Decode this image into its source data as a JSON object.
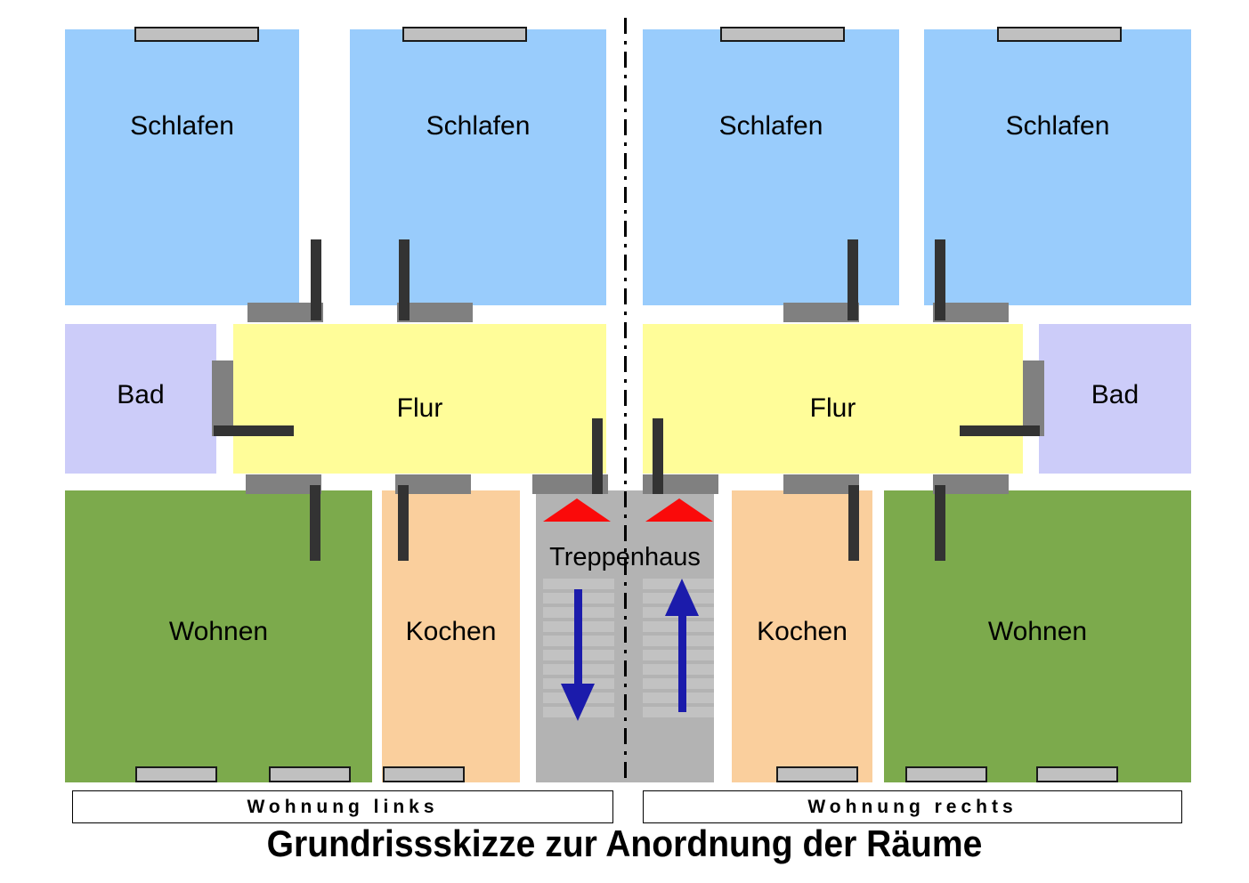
{
  "title": "Grundrissskizze zur Anordnung der Räume",
  "colors": {
    "bedroom": "#99ccfc",
    "bath": "#ccccf9",
    "hall": "#fffd99",
    "living": "#7caa4c",
    "kitchen": "#facf9d",
    "stairwell": "#b3b3b3",
    "tread": "#c2c2c2",
    "window": "#c0c0c0",
    "door_sill": "#808080",
    "door_leaf": "#333333",
    "arrow": "#1b1bab",
    "red_marker": "#fa0a0a",
    "outline": "#000000"
  },
  "units": {
    "left_label": "Wohnung links",
    "right_label": "Wohnung rechts"
  },
  "stairwell": {
    "label": "Treppenhaus",
    "down_arrow_direction": "down",
    "up_arrow_direction": "up",
    "tread_count": 10
  },
  "rooms": [
    {
      "id": "schlafen-1",
      "label": "Schlafen",
      "unit": "links"
    },
    {
      "id": "schlafen-2",
      "label": "Schlafen",
      "unit": "links"
    },
    {
      "id": "schlafen-3",
      "label": "Schlafen",
      "unit": "rechts"
    },
    {
      "id": "schlafen-4",
      "label": "Schlafen",
      "unit": "rechts"
    },
    {
      "id": "bad-links",
      "label": "Bad",
      "unit": "links"
    },
    {
      "id": "flur-links",
      "label": "Flur",
      "unit": "links"
    },
    {
      "id": "flur-rechts",
      "label": "Flur",
      "unit": "rechts"
    },
    {
      "id": "bad-rechts",
      "label": "Bad",
      "unit": "rechts"
    },
    {
      "id": "wohnen-links",
      "label": "Wohnen",
      "unit": "links"
    },
    {
      "id": "kochen-links",
      "label": "Kochen",
      "unit": "links"
    },
    {
      "id": "kochen-rechts",
      "label": "Kochen",
      "unit": "rechts"
    },
    {
      "id": "wohnen-rechts",
      "label": "Wohnen",
      "unit": "rechts"
    }
  ]
}
